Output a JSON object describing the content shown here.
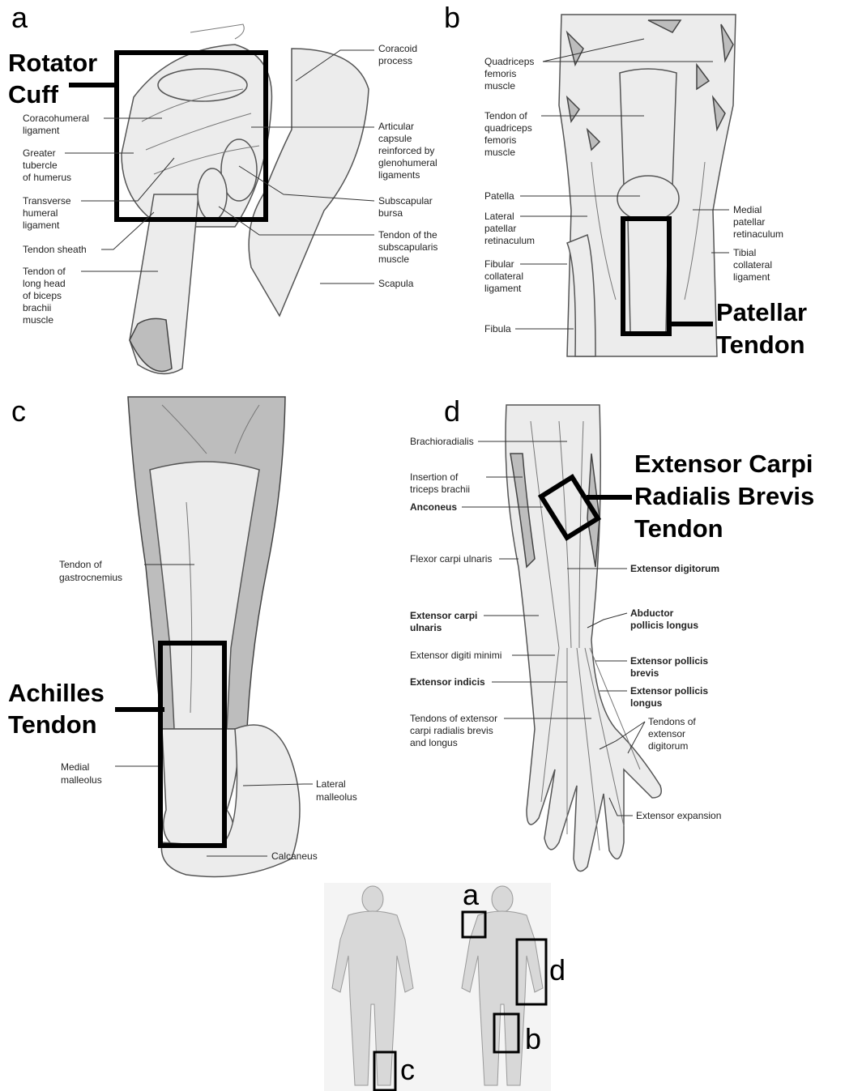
{
  "panels": {
    "a": {
      "letter": "a",
      "highlight": "Rotator Cuff",
      "highlight_lines": [
        "Rotator",
        "Cuff"
      ],
      "labels": [
        [
          "Coracoid",
          "process"
        ],
        [
          "Coracohumeral",
          "ligament"
        ],
        [
          "Articular",
          "capsule",
          "reinforced by",
          "glenohumeral",
          "ligaments"
        ],
        [
          "Greater",
          "tubercle",
          "of humerus"
        ],
        [
          "Transverse",
          "humeral",
          "ligament"
        ],
        [
          "Subscapular",
          "bursa"
        ],
        [
          "Tendon sheath"
        ],
        [
          "Tendon of the",
          "subscapularis",
          "muscle"
        ],
        [
          "Tendon of",
          "long head",
          "of biceps",
          "brachii",
          "muscle"
        ],
        [
          "Scapula"
        ]
      ]
    },
    "b": {
      "letter": "b",
      "highlight": "Patellar Tendon",
      "highlight_lines": [
        "Patellar",
        "Tendon"
      ],
      "labels": [
        [
          "Quadriceps",
          "femoris",
          "muscle"
        ],
        [
          "Tendon of",
          "quadriceps",
          "femoris",
          "muscle"
        ],
        [
          "Patella"
        ],
        [
          "Lateral",
          "patellar",
          "retinaculum"
        ],
        [
          "Medial",
          "patellar",
          "retinaculum"
        ],
        [
          "Fibular",
          "collateral",
          "ligament"
        ],
        [
          "Tibial",
          "collateral",
          "ligament"
        ],
        [
          "Fibula"
        ]
      ]
    },
    "c": {
      "letter": "c",
      "highlight": "Achilles Tendon",
      "highlight_lines": [
        "Achilles",
        "Tendon"
      ],
      "labels": [
        [
          "Tendon of",
          "gastrocnemius"
        ],
        [
          "Medial",
          "malleolus"
        ],
        [
          "Lateral",
          "malleolus"
        ],
        [
          "Calcaneus"
        ]
      ]
    },
    "d": {
      "letter": "d",
      "highlight": "Extensor Carpi Radialis Brevis Tendon",
      "highlight_lines": [
        "Extensor Carpi",
        "Radialis Brevis",
        "Tendon"
      ],
      "labels_left": [
        [
          "Brachioradialis"
        ],
        [
          "Insertion of",
          "triceps brachii"
        ],
        [
          "Anconeus"
        ],
        [
          "Flexor carpi ulnaris"
        ],
        [
          "Extensor carpi",
          "ulnaris"
        ],
        [
          "Extensor digiti minimi"
        ],
        [
          "Extensor indicis"
        ],
        [
          "Tendons of extensor",
          "carpi radialis brevis",
          "and longus"
        ]
      ],
      "labels_right": [
        [
          "Extensor digitorum"
        ],
        [
          "Abductor",
          "pollicis longus"
        ],
        [
          "Extensor pollicis",
          "brevis"
        ],
        [
          "Extensor pollicis",
          "longus"
        ],
        [
          "Tendons of",
          "extensor",
          "digitorum"
        ],
        [
          "Extensor expansion"
        ]
      ]
    }
  },
  "body_map": {
    "labels": [
      "a",
      "b",
      "c",
      "d"
    ]
  }
}
